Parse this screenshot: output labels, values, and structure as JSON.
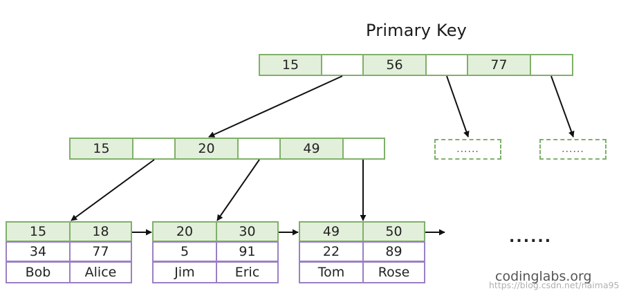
{
  "title": "Primary Key",
  "root": {
    "keys": [
      "15",
      "56",
      "77"
    ]
  },
  "internal": {
    "keys": [
      "15",
      "20",
      "49"
    ]
  },
  "placeholders": [
    "......",
    "......"
  ],
  "leaves": [
    {
      "keys": [
        "15",
        "18"
      ],
      "ages": [
        "34",
        "77"
      ],
      "names": [
        "Bob",
        "Alice"
      ]
    },
    {
      "keys": [
        "20",
        "30"
      ],
      "ages": [
        "5",
        "91"
      ],
      "names": [
        "Jim",
        "Eric"
      ]
    },
    {
      "keys": [
        "49",
        "50"
      ],
      "ages": [
        "22",
        "89"
      ],
      "names": [
        "Tom",
        "Rose"
      ]
    }
  ],
  "more_indicator": "......",
  "brand": "codinglabs.org",
  "watermark": "https://blog.csdn.net/naima95",
  "colors": {
    "key_fill": "#e2efda",
    "node_border": "#7fb069",
    "data_border": "#9b7fc2",
    "arrow": "#111111"
  }
}
